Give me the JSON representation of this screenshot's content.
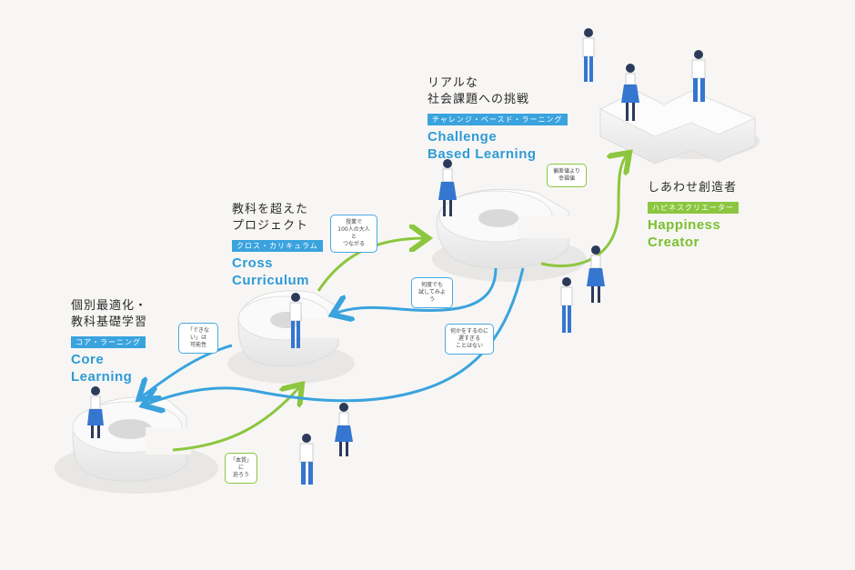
{
  "stages": {
    "core": {
      "jp": [
        "個別最適化・",
        "教科基礎学習"
      ],
      "tag": "コア・ラーニング",
      "en": [
        "Core",
        "Learning"
      ]
    },
    "cross": {
      "jp": [
        "教科を超えた",
        "プロジェクト"
      ],
      "tag": "クロス・カリキュラム",
      "en": [
        "Cross",
        "Curriculum"
      ]
    },
    "challenge": {
      "jp": [
        "リアルな",
        "社会課題への挑戦"
      ],
      "tag": "チャレンジ・ベースド・ラーニング",
      "en": [
        "Challenge",
        "Based Learning"
      ]
    },
    "happiness": {
      "jp": [
        "しあわせ創造者"
      ],
      "tag": "ハピネスクリエーター",
      "en": [
        "Happiness",
        "Creator"
      ]
    }
  },
  "bubbles": {
    "dekinai": [
      "「できない」は",
      "可能性"
    ],
    "honshitsu": [
      "「本質」に",
      "迫ろう"
    ],
    "tsunagaru": [
      "授業で",
      "100人の大人と",
      "つながる"
    ],
    "nando": [
      "何度でも",
      "試してみよう"
    ],
    "nanika": [
      "何かをするのに",
      "遅すぎる",
      "ことはない"
    ],
    "henkachi": [
      "偏差値より",
      "幸福値"
    ]
  },
  "colors": {
    "blue": "#3aa3de",
    "green": "#8cc63f"
  }
}
